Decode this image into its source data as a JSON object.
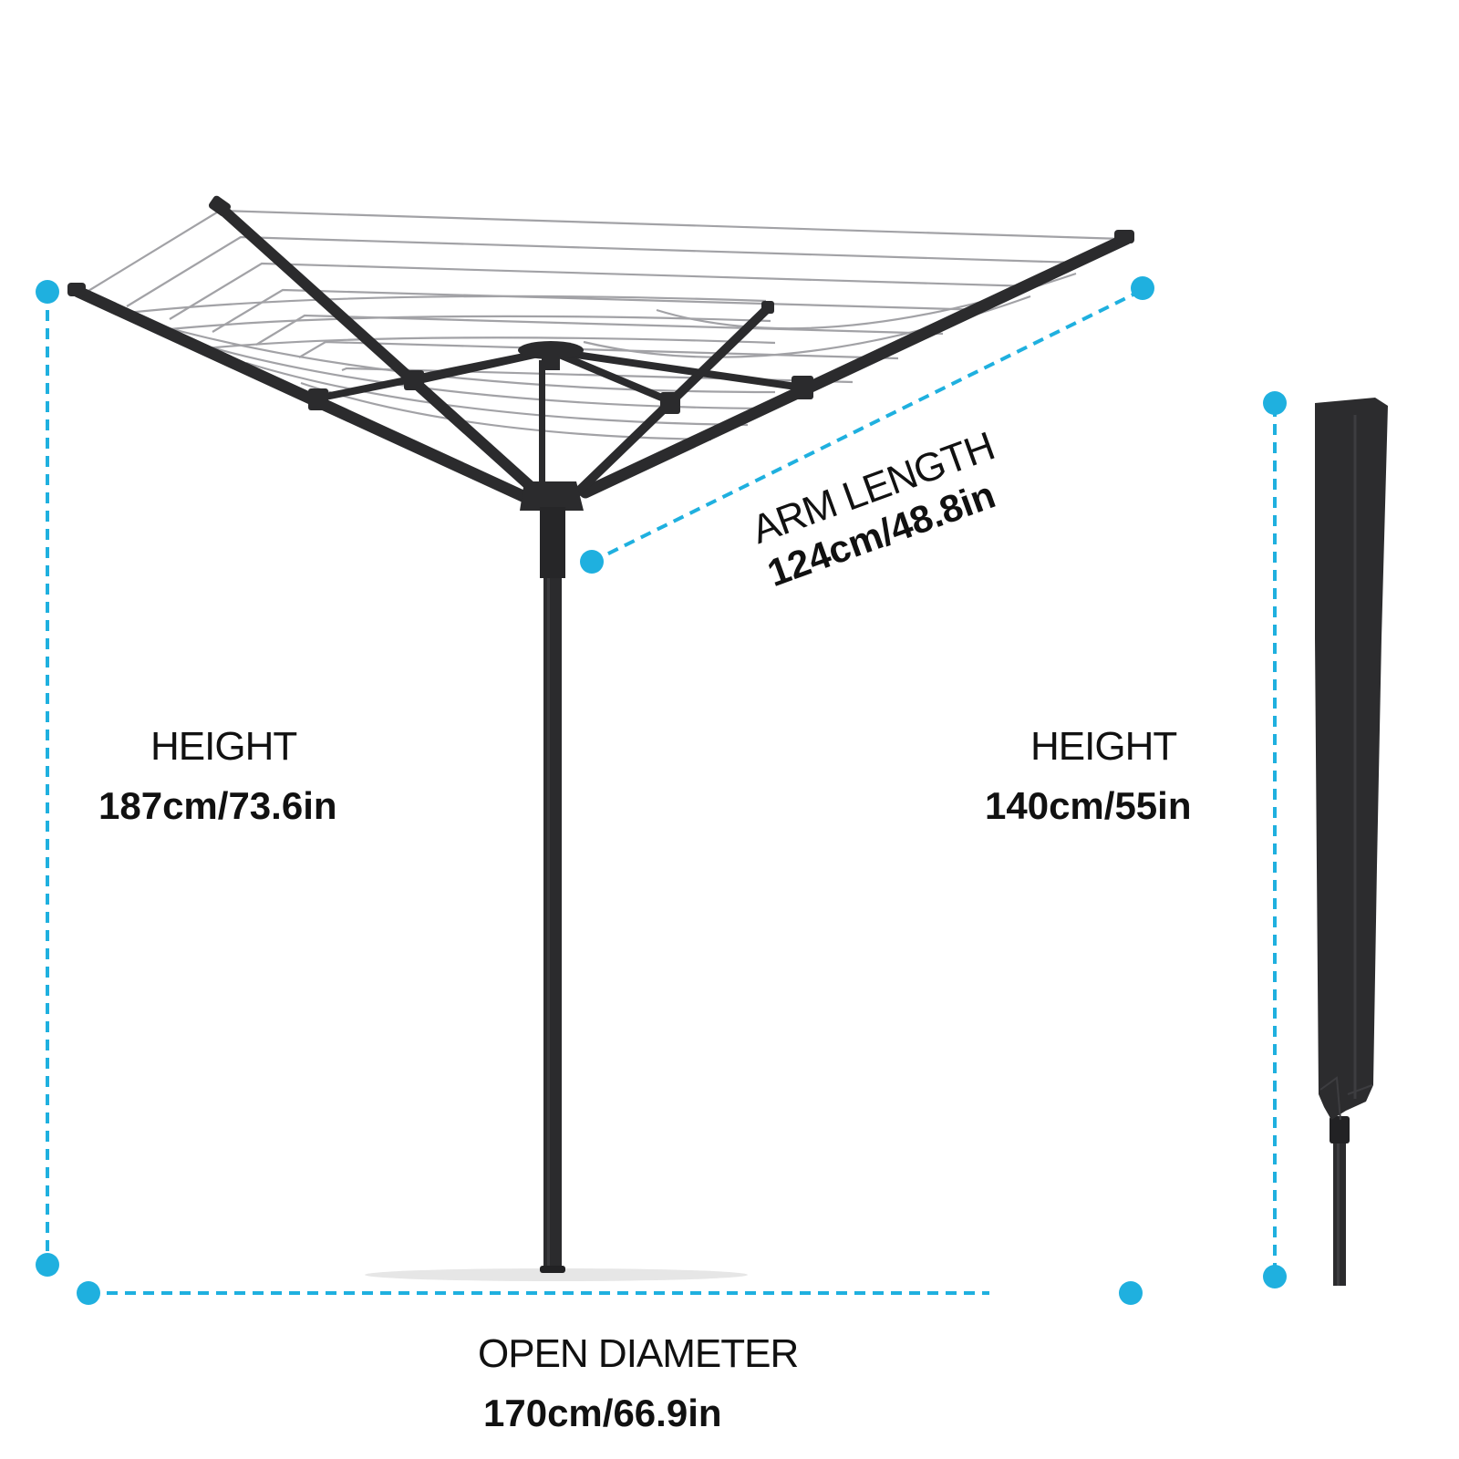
{
  "colors": {
    "accent": "#1fb0df",
    "product": "#2b2b2d",
    "wire": "#9c9ca0",
    "text": "#111111"
  },
  "labels": {
    "arm_title": "ARM LENGTH",
    "arm_value": "124cm/48.8in",
    "height_open_title": "HEIGHT",
    "height_open_value": "187cm/73.6in",
    "height_closed_title": "HEIGHT",
    "height_closed_value": "140cm/55in",
    "diameter_title": "OPEN DIAMETER",
    "diameter_value": "170cm/66.9in"
  }
}
